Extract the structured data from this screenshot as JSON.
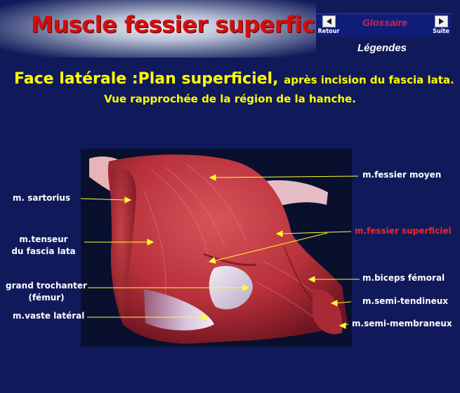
{
  "header": {
    "title": "Muscle fessier superficiel"
  },
  "nav": {
    "back_label": "Retour",
    "glossary_label": "Glossaire",
    "next_label": "Suite",
    "legend_label": "Légendes"
  },
  "caption": {
    "main": "Face latérale :Plan superficiel,",
    "main_suffix": "après incision du fascia lata.",
    "line2": "Vue rapprochée de la région de la hanche."
  },
  "labels": {
    "sartorius": "m. sartorius",
    "tenseur_1": "m.tenseur",
    "tenseur_2": "du fascia lata",
    "trochanter_1": "grand trochanter",
    "trochanter_2": "(fémur)",
    "vaste": "m.vaste latéral",
    "fessier_moyen": "m.fessier moyen",
    "fessier_superficiel": "m.fessier superficiel",
    "biceps": "m.biceps fémoral",
    "semi_tendineux": "m.semi-tendineux",
    "semi_membraneux": "m.semi-membraneux"
  },
  "colors": {
    "background": "#101a5a",
    "title": "#d40d0d",
    "caption": "#ffff00",
    "highlight_label": "#ff2020",
    "pointer_line": "#ffff33"
  },
  "icons": {
    "back": "arrow-left-icon",
    "next": "arrow-right-icon"
  }
}
